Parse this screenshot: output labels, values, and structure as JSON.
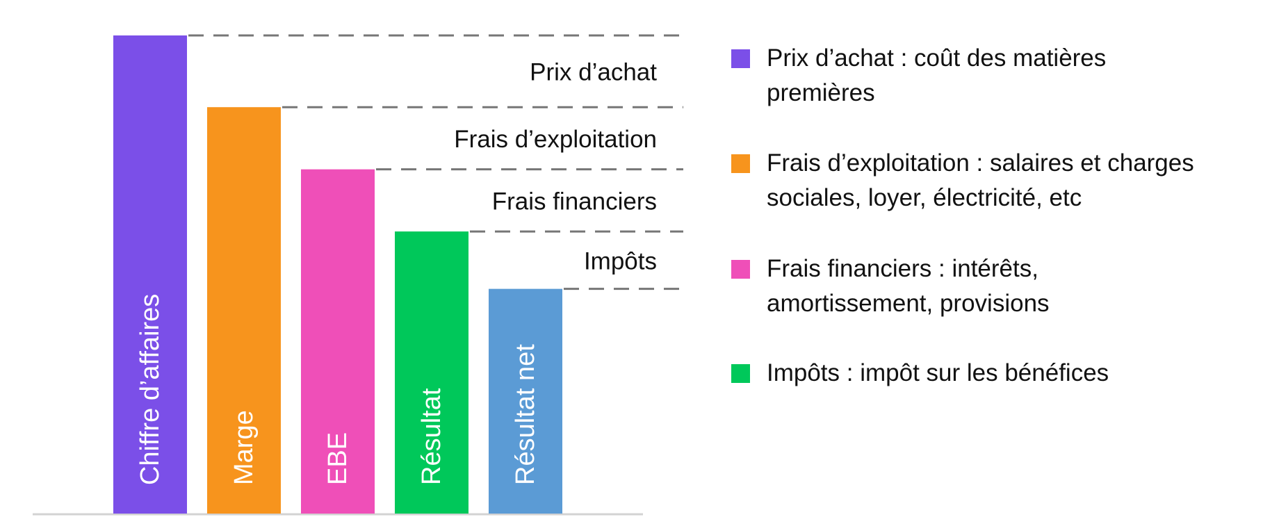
{
  "chart_data": {
    "type": "bar",
    "categories": [
      "Chiffre d’affaires",
      "Marge",
      "EBE",
      "Résultat",
      "Résultat net"
    ],
    "values": [
      100,
      85,
      72,
      59,
      47
    ],
    "ylim": [
      0,
      100
    ],
    "grid": false,
    "bar_colors": [
      "#7B4FE8",
      "#F7941D",
      "#EF4FB8",
      "#00C85A",
      "#5B9BD5"
    ],
    "deductions": [
      {
        "label": "Prix d’achat",
        "color": "#7B4FE8",
        "description": "Prix d’achat : coût des matières premières"
      },
      {
        "label": "Frais d’exploitation",
        "color": "#F7941D",
        "description": "Frais d’exploitation : salaires et charges sociales, loyer, électricité, etc"
      },
      {
        "label": "Frais financiers",
        "color": "#EF4FB8",
        "description": "Frais financiers : intérêts, amortissement, provisions"
      },
      {
        "label": "Impôts",
        "color": "#00C85A",
        "description": "Impôts : impôt sur les bénéfices"
      }
    ],
    "legend": {
      "position": "right",
      "entries": [
        {
          "color": "#7B4FE8",
          "lines": [
            "Prix d’achat : coût des matières",
            "premières"
          ]
        },
        {
          "color": "#F7941D",
          "lines": [
            "Frais d’exploitation : salaires et charges",
            "sociales, loyer, électricité, etc"
          ]
        },
        {
          "color": "#EF4FB8",
          "lines": [
            "Frais financiers : intérêts,",
            "amortissement, provisions"
          ]
        },
        {
          "color": "#00C85A",
          "lines": [
            "Impôts : impôt sur les bénéfices"
          ]
        }
      ]
    }
  }
}
